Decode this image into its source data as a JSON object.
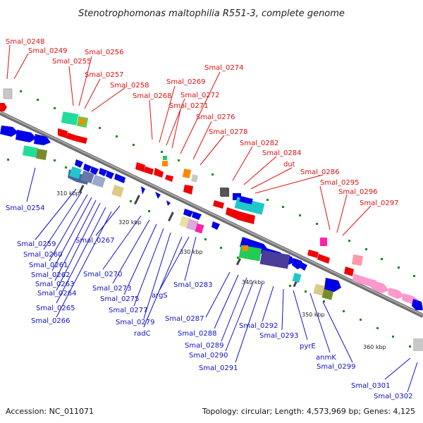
{
  "title": "Stenotrophomonas maltophilia R551-3, complete genome",
  "footer": {
    "accession": "Accession: NC_011071",
    "stats": "Topology: circular; Length: 4,573,969 bp; Genes: 4,125"
  },
  "scale_ticks": [
    "310 kbp",
    "320 kbp",
    "330 kbp",
    "340 kbp",
    "350 kbp",
    "360 kbp"
  ],
  "upper_labels": [
    "Smal_0248",
    "Smal_0249",
    "Smal_0255",
    "Smal_0256",
    "Smal_0257",
    "Smal_0258",
    "Smal_0268",
    "Smal_0269",
    "Smal_0272",
    "Smal_0271",
    "Smal_0274",
    "Smal_0276",
    "Smal_0278",
    "Smal_0282",
    "Smal_0284",
    "dut",
    "Smal_0286",
    "Smal_0295",
    "Smal_0296",
    "Smal_0297"
  ],
  "lower_labels": [
    "Smal_0254",
    "Smal_0259",
    "Smal_0260",
    "Smal_0261",
    "Smal_0262",
    "Smal_0263",
    "Smal_0264",
    "Smal_0265",
    "Smal_0266",
    "Smal_0267",
    "Smal_0270",
    "Smal_0273",
    "Smal_0275",
    "Smal_0277",
    "Smal_0279",
    "radC",
    "argS",
    "Smal_0283",
    "Smal_0287",
    "Smal_0288",
    "Smal_0289",
    "Smal_0290",
    "Smal_0291",
    "Smal_0292",
    "Smal_0293",
    "pyrE",
    "anmK",
    "Smal_0299",
    "Smal_0301",
    "Smal_0302"
  ],
  "colors": {
    "backbone": "#8c8c8c",
    "forward_cds": "#ee0000",
    "reverse_cds": "#0000e8",
    "upper_label": "#e01010",
    "lower_label": "#1010c8",
    "tick_dot": "#1a8a1a",
    "rrna_teal": "#1ec8c8",
    "green_box": "#22cc55",
    "olive_box": "#7a8c2a",
    "khaki_box": "#d8cc88",
    "pink_box": "#ff99cc",
    "magenta_box": "#ff22aa",
    "purple_box": "#4a3c99",
    "orange_box": "#ff8800",
    "gray_box": "#bbbbbb"
  }
}
